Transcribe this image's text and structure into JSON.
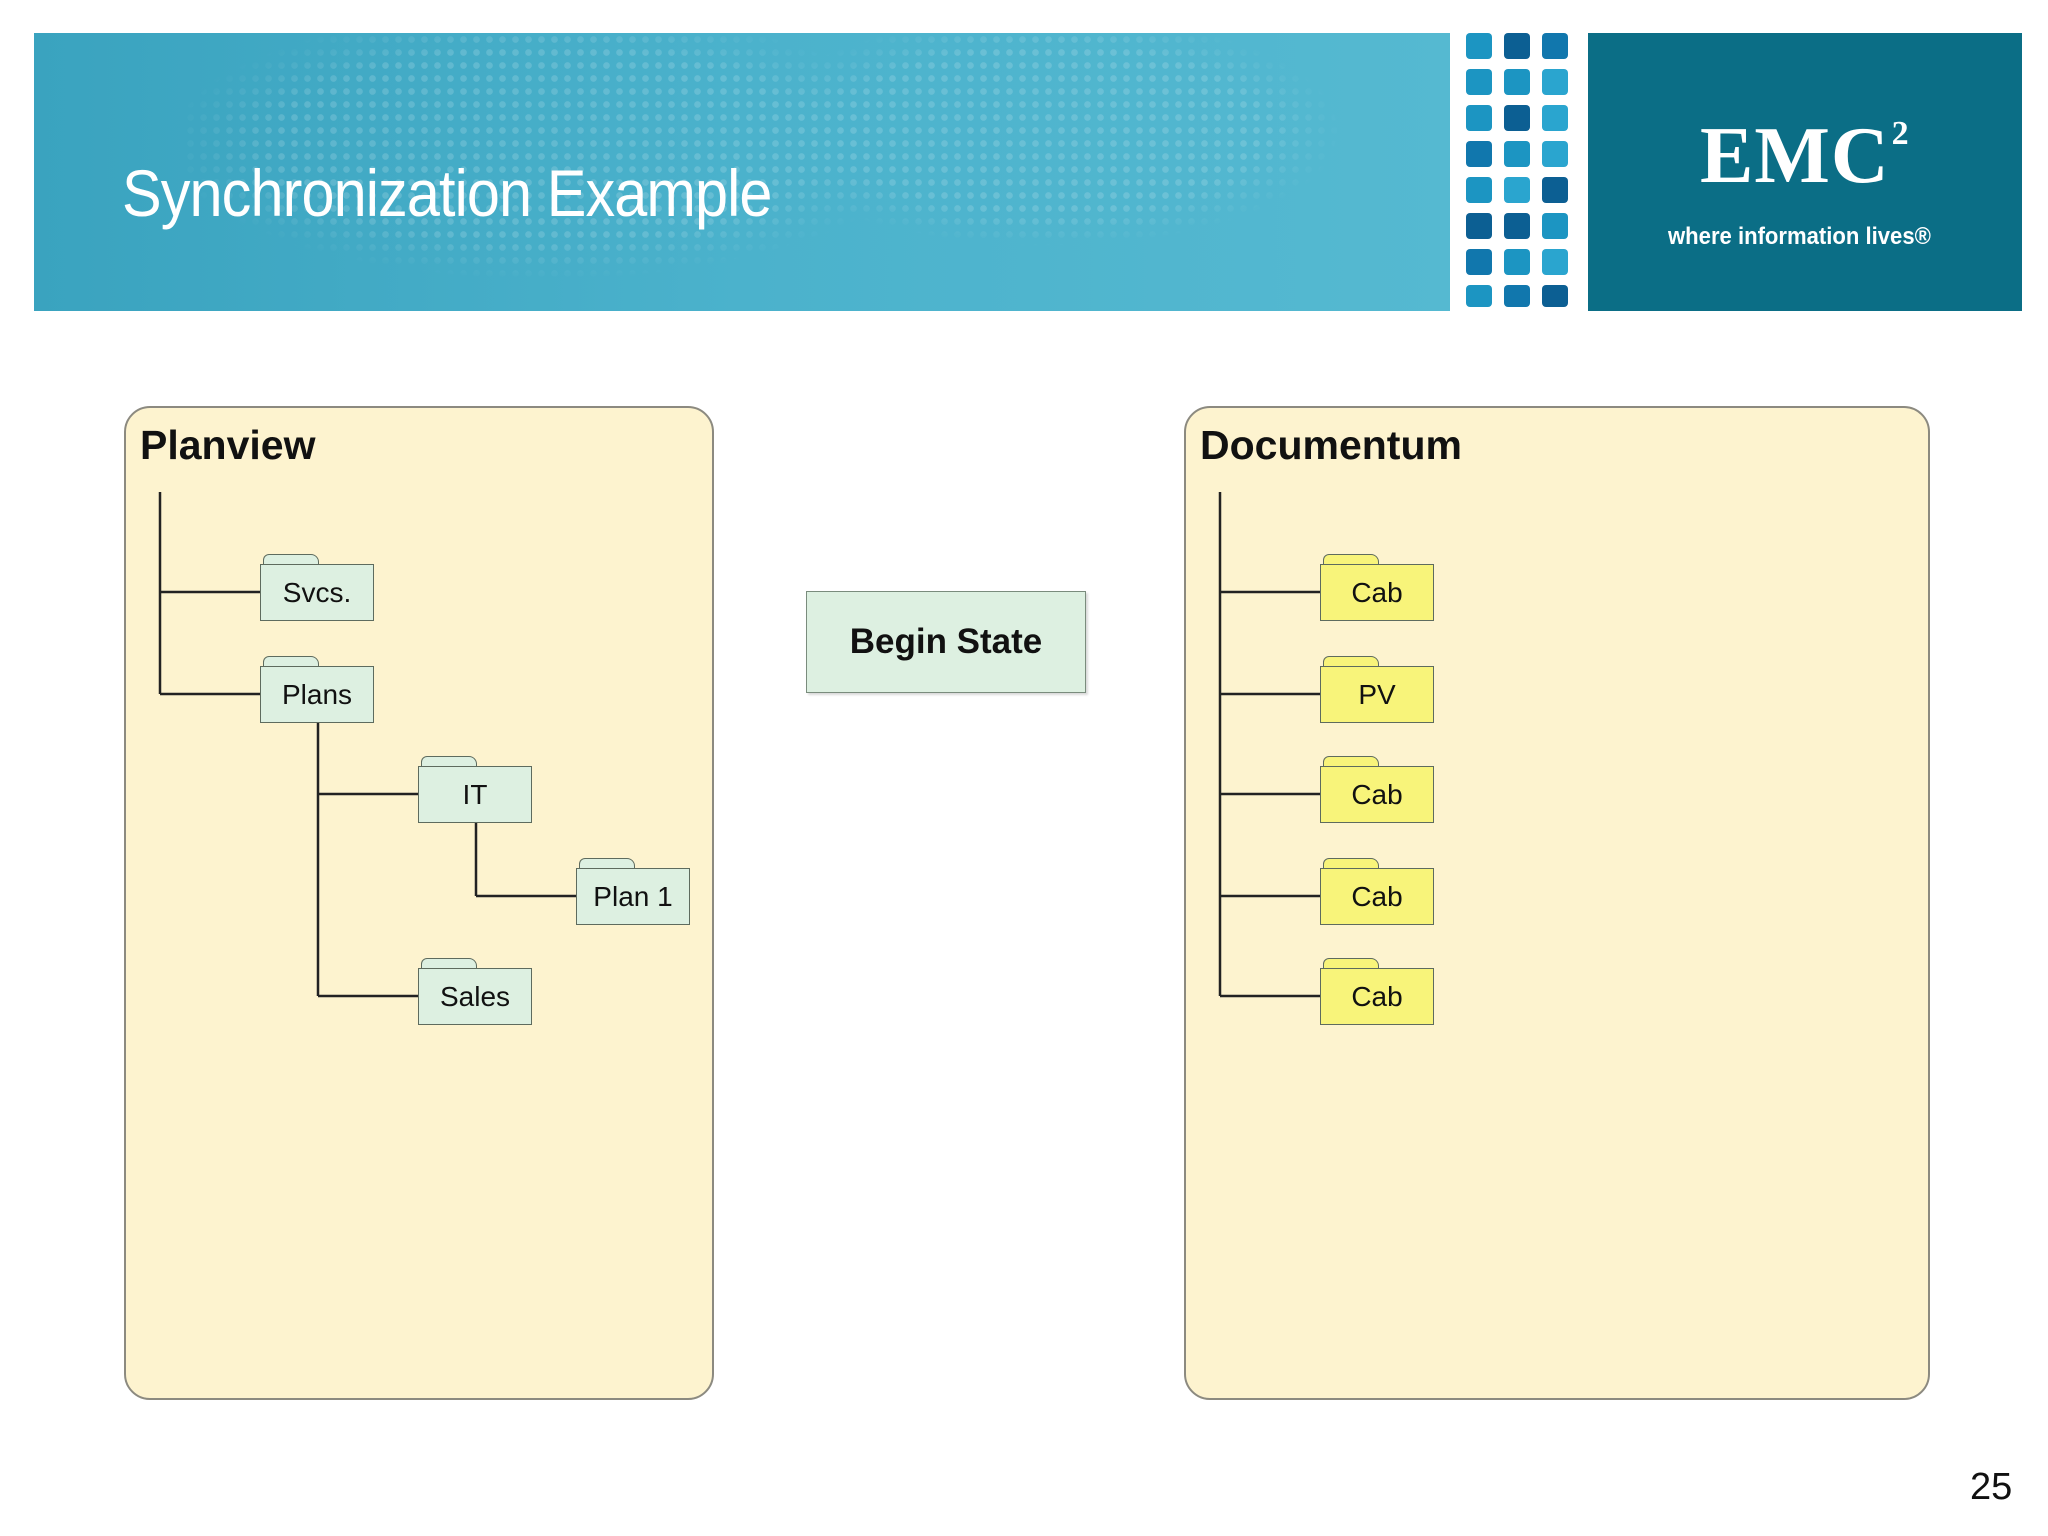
{
  "header": {
    "title": "Synchronization Example",
    "logo_mark": "EMC",
    "logo_superscript": "2",
    "logo_tagline": "where information lives®"
  },
  "colors": {
    "banner": "#4bb2cc",
    "logo_panel": "#0b6e86",
    "panel_fill": "#fdf3cf",
    "planview_folder": "#ddf0e1",
    "documentum_folder": "#f8f47a"
  },
  "planview": {
    "title": "Planview",
    "folders": [
      "Svcs.",
      "Plans",
      "IT",
      "Plan 1",
      "Sales"
    ]
  },
  "documentum": {
    "title": "Documentum",
    "folders": [
      "Cab",
      "PV",
      "Cab",
      "Cab",
      "Cab"
    ]
  },
  "center_label": "Begin State",
  "page_number": "25"
}
